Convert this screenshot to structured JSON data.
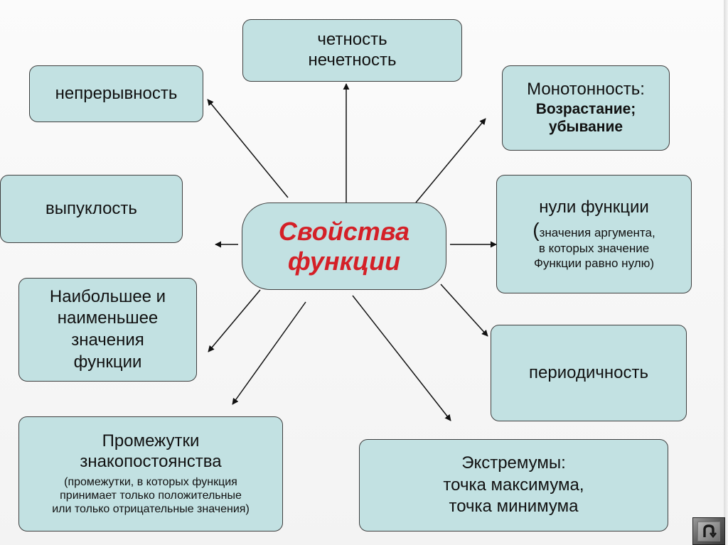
{
  "center": {
    "line1": "Свойства",
    "line2": "функции"
  },
  "parity": {
    "line1": "четность",
    "line2": "нечетность"
  },
  "continuity": {
    "label": "непрерывность"
  },
  "monotonicity": {
    "line1": "Монотонность:",
    "line2": "Возрастание;",
    "line3": "убывание"
  },
  "convexity": {
    "label": "выпуклость"
  },
  "zeros": {
    "line1": "нули функции",
    "paren": "(",
    "line2": "значения аргумента,",
    "line3": "в которых значение",
    "line4": "Функции равно нулю)"
  },
  "extreme_values": {
    "line1": "Наибольшее и",
    "line2": "наименьшее",
    "line3": "значения",
    "line4": "функции"
  },
  "periodicity": {
    "label": "периодичность"
  },
  "sign_intervals": {
    "line1": "Промежутки",
    "line2": "знакопостоянства",
    "line3": "(промежутки,  в которых функция",
    "line4": "принимает только положительные",
    "line5": "или только отрицательные значения)"
  },
  "extrema": {
    "line1": "Экстремумы:",
    "line2": "точка максимума,",
    "line3": "точка минимума"
  },
  "nav": {
    "home_icon": "u-turn-back-icon"
  },
  "colors": {
    "box_fill": "#c2e1e2",
    "box_border": "#3f3f3f",
    "title_red": "#d42027"
  }
}
